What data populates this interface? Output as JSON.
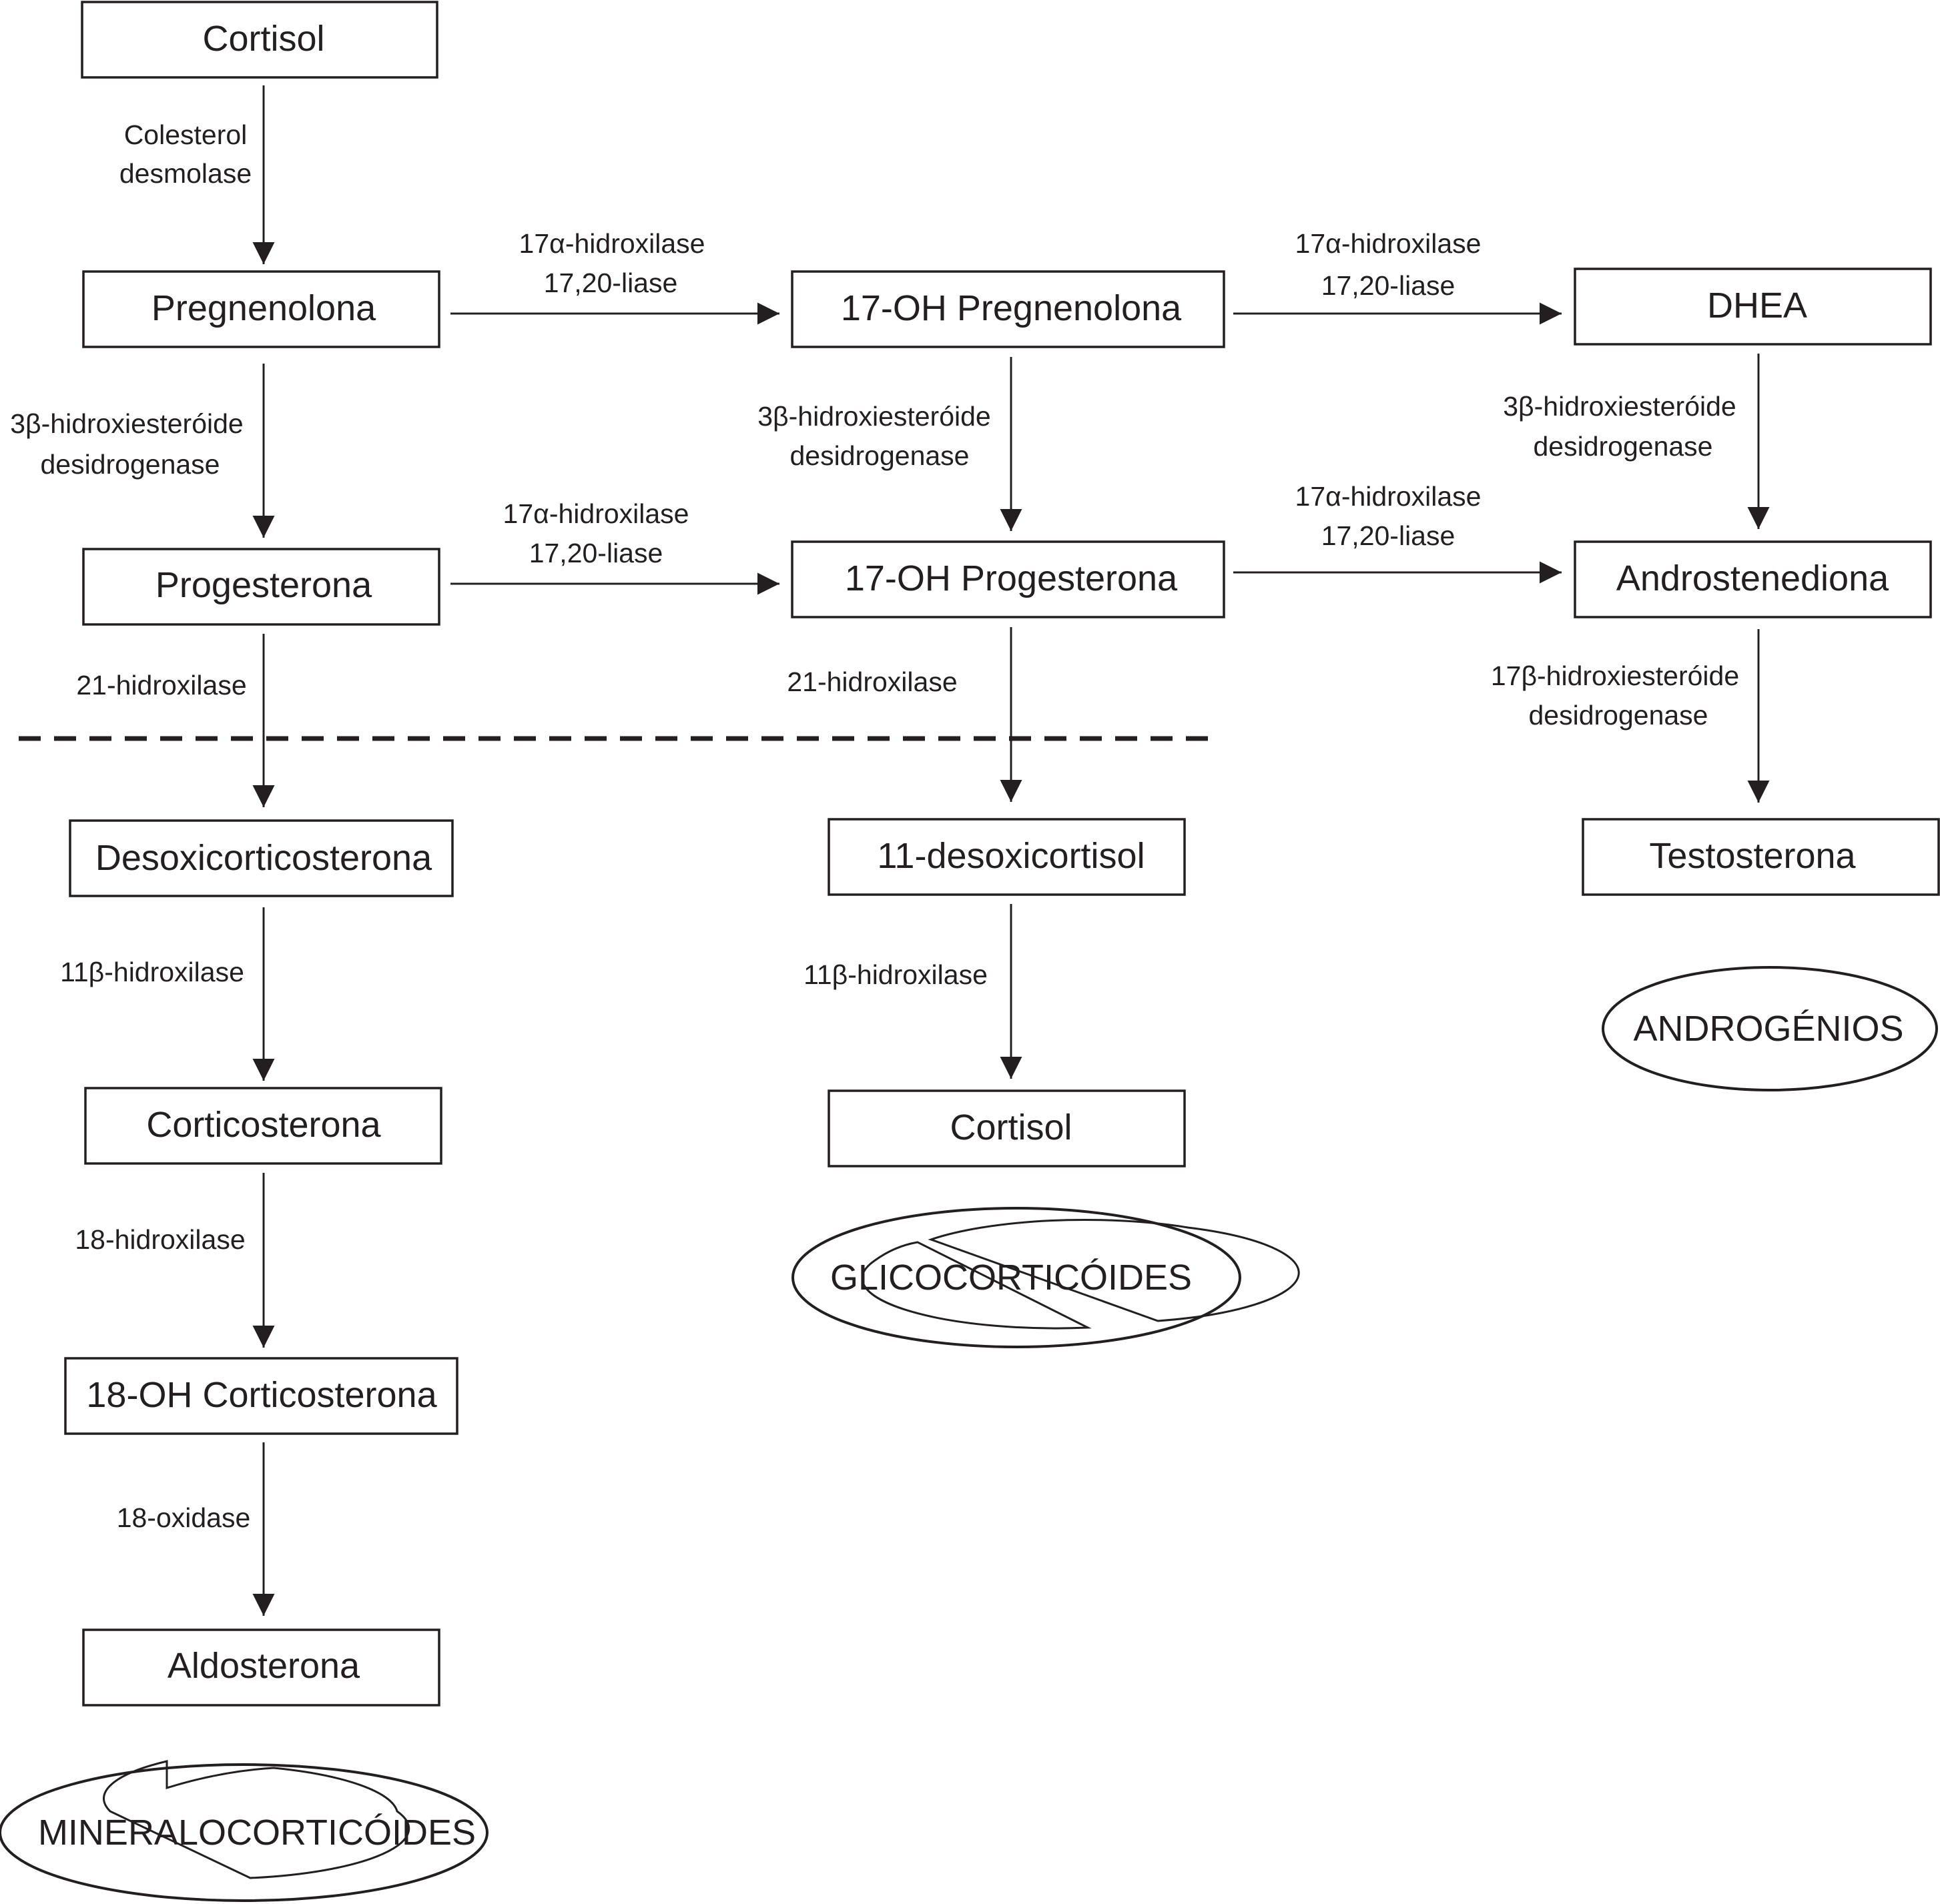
{
  "nodes": {
    "cortisol_top": "Cortisol",
    "pregnenolona": "Pregnenolona",
    "oh17_pregnenolona": "17-OH Pregnenolona",
    "dhea": "DHEA",
    "progesterona": "Progesterona",
    "oh17_progesterona": "17-OH Progesterona",
    "androstenediona": "Androstenediona",
    "desoxicorticosterona": "Desoxicorticosterona",
    "desoxicortisol11": "11-desoxicortisol",
    "testosterona": "Testosterona",
    "corticosterona": "Corticosterona",
    "cortisol_bottom": "Cortisol",
    "oh18_corticosterona": "18-OH Corticosterona",
    "aldosterona": "Aldosterona"
  },
  "enzymes": {
    "colesterol_desmolase": [
      "Colesterol",
      "desmolase"
    ],
    "hidroxilase17_a": [
      "17α-hidroxilase",
      "17,20-liase"
    ],
    "hidroxilase17_b": [
      "17α-hidroxilase",
      "17,20-liase"
    ],
    "hidroxilase17_c": [
      "17α-hidroxilase",
      "17,20-liase"
    ],
    "hidroxilase17_d": [
      "17α-hidroxilase",
      "17,20-liase"
    ],
    "hsd3b_left": [
      "3β-hidroxiesteróide",
      "desidrogenase"
    ],
    "hsd3b_mid": [
      "3β-hidroxiesteróide",
      "desidrogenase"
    ],
    "hsd3b_right": [
      "3β-hidroxiesteróide",
      "desidrogenase"
    ],
    "hidroxilase21_left": "21-hidroxilase",
    "hidroxilase21_mid": "21-hidroxilase",
    "hsd17b": [
      "17β-hidroxiesteróide",
      "desidrogenase"
    ],
    "hidroxilase11b_left": "11β-hidroxilase",
    "hidroxilase11b_mid": "11β-hidroxilase",
    "hidroxilase18": "18-hidroxilase",
    "oxidase18": "18-oxidase"
  },
  "categories": {
    "mineralocorticoides": "MINERALOCORTICÓIDES",
    "glicocorticoides": "GLICOCORTICÓIDES",
    "androgenios": "ANDROGÉNIOS"
  }
}
